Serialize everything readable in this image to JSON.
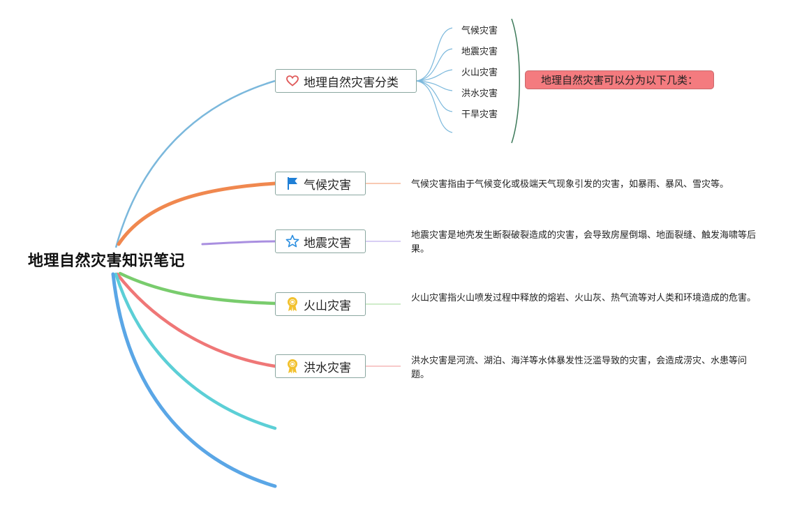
{
  "root": {
    "title": "地理自然灾害知识笔记"
  },
  "classification": {
    "label": "地理自然灾害分类",
    "icon": "heart-icon",
    "color": "#e05a5a",
    "items": [
      "气候灾害",
      "地震灾害",
      "火山灾害",
      "洪水灾害",
      "干旱灾害"
    ],
    "summary": "地理自然灾害可以分为以下几类："
  },
  "topics": [
    {
      "label": "气候灾害",
      "icon": "flag-icon",
      "branch_color": "#f0884f",
      "desc": "气候灾害指由于气候变化或极端天气现象引发的灾害，如暴雨、暴风、雪灾等。"
    },
    {
      "label": "地震灾害",
      "icon": "star-icon",
      "branch_color": "#a98fe0",
      "desc": "地震灾害是地壳发生断裂破裂造成的灾害，会导致房屋倒塌、地面裂缝、触发海啸等后果。"
    },
    {
      "label": "火山灾害",
      "icon": "award-ribbon-icon",
      "branch_color": "#79cc6d",
      "desc": "火山灾害指火山喷发过程中释放的熔岩、火山灰、热气流等对人类和环境造成的危害。"
    },
    {
      "label": "洪水灾害",
      "icon": "award-ribbon-icon",
      "branch_color": "#ef7777",
      "desc": "洪水灾害是河流、湖泊、海洋等水体暴发性泛滥导致的灾害，会造成涝灾、水患等问题。"
    }
  ],
  "colors": {
    "classification_branch": "#7bb8dc",
    "cyan_branch": "#5ccfd6",
    "blue_branch": "#5aa6e6",
    "summary_fill": "#f47b7f"
  }
}
